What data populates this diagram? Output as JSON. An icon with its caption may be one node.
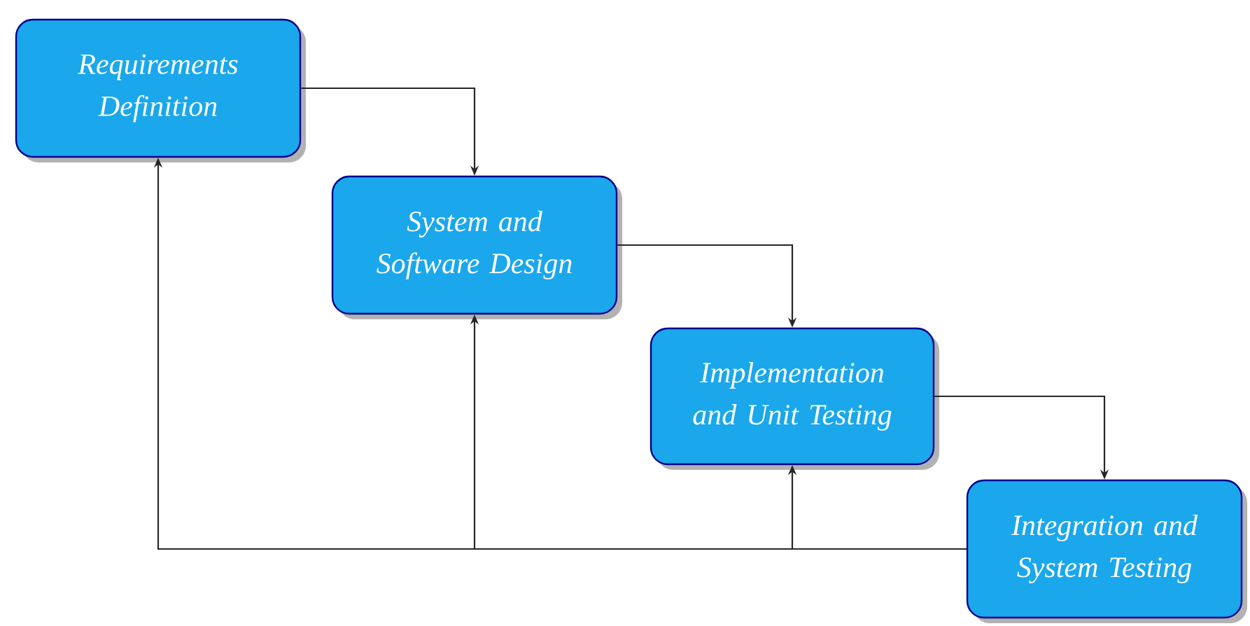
{
  "diagram": {
    "nodes": [
      {
        "text": [
          "Requirements Definition"
        ]
      },
      {
        "text": [
          "System and Software Design"
        ]
      },
      {
        "text": [
          "Implementation and Unit Testing"
        ]
      },
      {
        "text": [
          "Integration and System Testing"
        ]
      }
    ],
    "edges": [
      {
        "from": 0,
        "to": 1,
        "arrow": "to"
      },
      {
        "from": 1,
        "to": 2,
        "arrow": "to"
      },
      {
        "from": 2,
        "to": 3,
        "arrow": "to"
      },
      {
        "from": 3,
        "to": 0,
        "arrow": "to"
      },
      {
        "from": 3,
        "to": 1,
        "arrow": "to"
      },
      {
        "from": 3,
        "to": 2,
        "arrow": "to"
      }
    ]
  }
}
